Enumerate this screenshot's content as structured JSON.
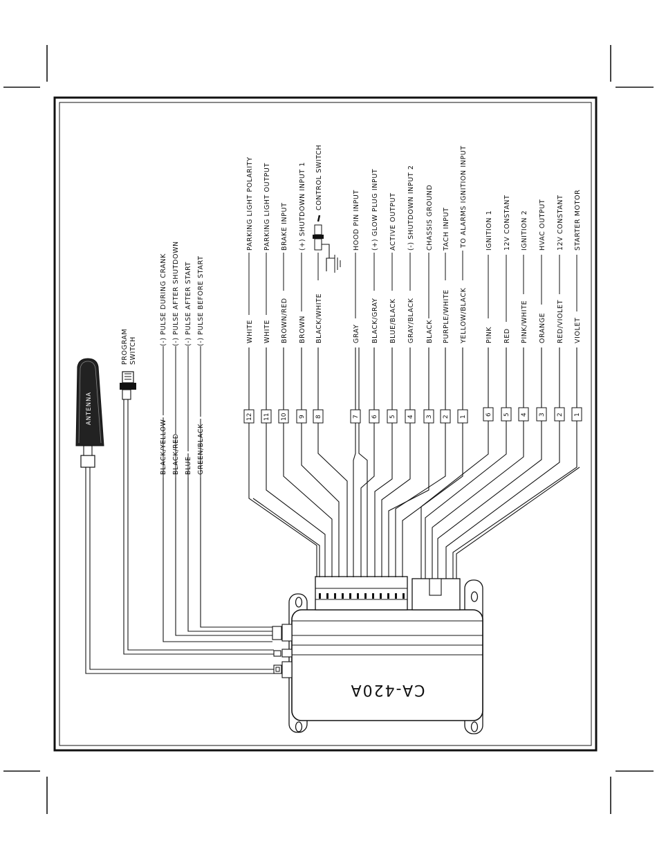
{
  "module": {
    "model": "CA-420A"
  },
  "antenna": {
    "label": "ANTENNA"
  },
  "program_switch": {
    "label_line1": "PROGRAM",
    "label_line2": "SWITCH"
  },
  "left_harness": [
    {
      "wire": "BLACK/YELLOW",
      "function": "(-) PULSE DURING CRANK"
    },
    {
      "wire": "BLACK/RED",
      "function": "(-) PULSE AFTER SHUTDOWN"
    },
    {
      "wire": "BLUE",
      "function": "(-) PULSE AFTER START"
    },
    {
      "wire": "GREEN/BLACK",
      "function": "(-) PULSE BEFORE START"
    }
  ],
  "main_harness": [
    {
      "pin": "12",
      "wire": "WHITE",
      "function": "PARKING LIGHT POLARITY"
    },
    {
      "pin": "11",
      "wire": "WHITE",
      "function": "PARKING LIGHT OUTPUT"
    },
    {
      "pin": "10",
      "wire": "BROWN/RED",
      "function": "BRAKE INPUT"
    },
    {
      "pin": "9",
      "wire": "BROWN",
      "function": "(+) SHUTDOWN INPUT 1"
    },
    {
      "pin": "8",
      "wire": "BLACK/WHITE",
      "function": "CONTROL SWITCH"
    },
    {
      "pin": "7",
      "wire": "GRAY",
      "function": "HOOD PIN INPUT"
    },
    {
      "pin": "6",
      "wire": "BLACK/GRAY",
      "function": "(+) GLOW PLUG INPUT"
    },
    {
      "pin": "5",
      "wire": "BLUE/BLACK",
      "function": "ACTIVE OUTPUT"
    },
    {
      "pin": "4",
      "wire": "GRAY/BLACK",
      "function": "(-) SHUTDOWN INPUT 2"
    },
    {
      "pin": "3",
      "wire": "BLACK",
      "function": "CHASSIS GROUND"
    },
    {
      "pin": "2",
      "wire": "PURPLE/WHITE",
      "function": "TACH INPUT"
    },
    {
      "pin": "1",
      "wire": "YELLOW/BLACK",
      "function": "TO ALARMS IGNITION INPUT"
    }
  ],
  "power_harness": [
    {
      "pin": "6",
      "wire": "PINK",
      "function": "IGNITION 1"
    },
    {
      "pin": "5",
      "wire": "RED",
      "function": "12V CONSTANT"
    },
    {
      "pin": "4",
      "wire": "PINK/WHITE",
      "function": "IGNITION 2"
    },
    {
      "pin": "3",
      "wire": "ORANGE",
      "function": "HVAC OUTPUT"
    },
    {
      "pin": "2",
      "wire": "RED/VIOLET",
      "function": "12V CONSTANT"
    },
    {
      "pin": "1",
      "wire": "VIOLET",
      "function": "STARTER MOTOR"
    }
  ]
}
